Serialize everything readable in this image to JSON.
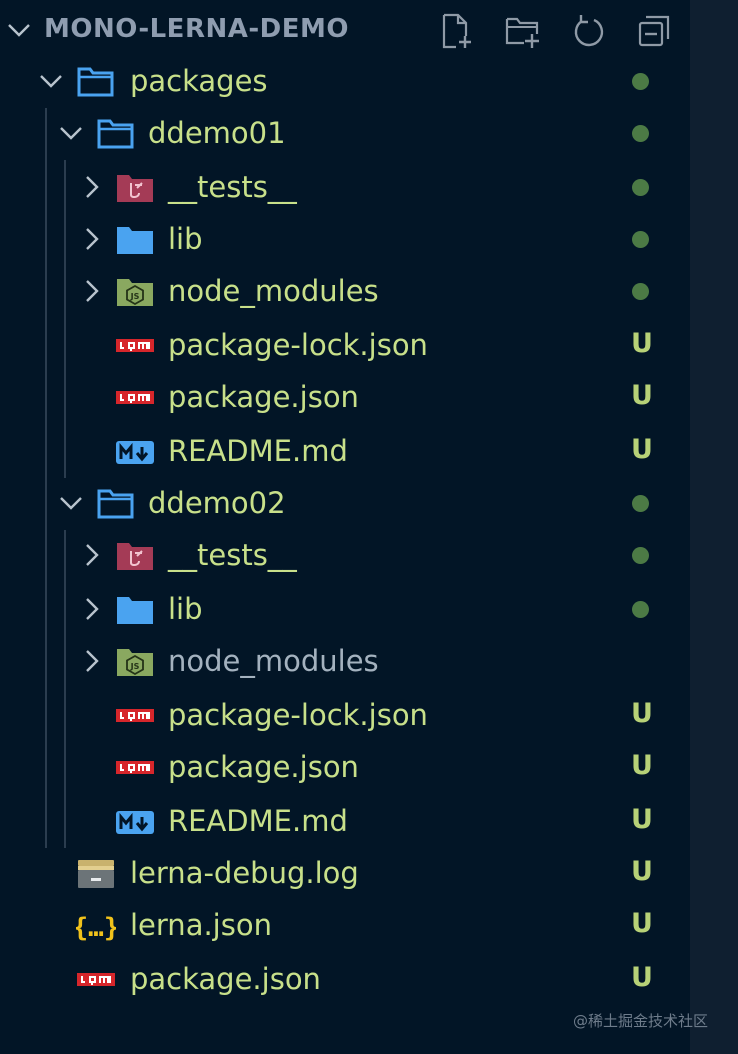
{
  "explorer": {
    "title": "MONO-LERNA-DEMO",
    "header_icons": [
      "new-file-icon",
      "new-folder-icon",
      "refresh-icon",
      "collapse-all-icon"
    ]
  },
  "tree": [
    {
      "label": "packages",
      "icon": "folder-open-icon",
      "expanded": true,
      "status": "dot"
    },
    {
      "label": "ddemo01",
      "icon": "folder-open-icon",
      "expanded": true,
      "status": "dot"
    },
    {
      "label": "__tests__",
      "icon": "folder-tests-icon",
      "expanded": false,
      "status": "dot"
    },
    {
      "label": "lib",
      "icon": "folder-icon",
      "expanded": false,
      "status": "dot"
    },
    {
      "label": "node_modules",
      "icon": "folder-node-icon",
      "expanded": false,
      "status": "dot"
    },
    {
      "label": "package-lock.json",
      "icon": "npm-icon",
      "status": "U"
    },
    {
      "label": "package.json",
      "icon": "npm-icon",
      "status": "U"
    },
    {
      "label": "README.md",
      "icon": "markdown-icon",
      "status": "U"
    },
    {
      "label": "ddemo02",
      "icon": "folder-open-icon",
      "expanded": true,
      "status": "dot"
    },
    {
      "label": "__tests__",
      "icon": "folder-tests-icon",
      "expanded": false,
      "status": "dot"
    },
    {
      "label": "lib",
      "icon": "folder-icon",
      "expanded": false,
      "status": "dot"
    },
    {
      "label": "node_modules",
      "icon": "folder-node-icon",
      "expanded": false,
      "status": ""
    },
    {
      "label": "package-lock.json",
      "icon": "npm-icon",
      "status": "U"
    },
    {
      "label": "package.json",
      "icon": "npm-icon",
      "status": "U"
    },
    {
      "label": "README.md",
      "icon": "markdown-icon",
      "status": "U"
    },
    {
      "label": "lerna-debug.log",
      "icon": "log-icon",
      "status": "U"
    },
    {
      "label": "lerna.json",
      "icon": "json-icon",
      "status": "U"
    },
    {
      "label": "package.json",
      "icon": "npm-icon",
      "status": "U"
    }
  ],
  "colors": {
    "background": "#021526",
    "label": "#c8e08a",
    "dim_label": "#a4b2bf",
    "status_dot": "#4c7a45",
    "status_untracked": "#b7d177",
    "folder_blue": "#4aa3f0"
  },
  "watermark": "@稀土掘金技术社区"
}
